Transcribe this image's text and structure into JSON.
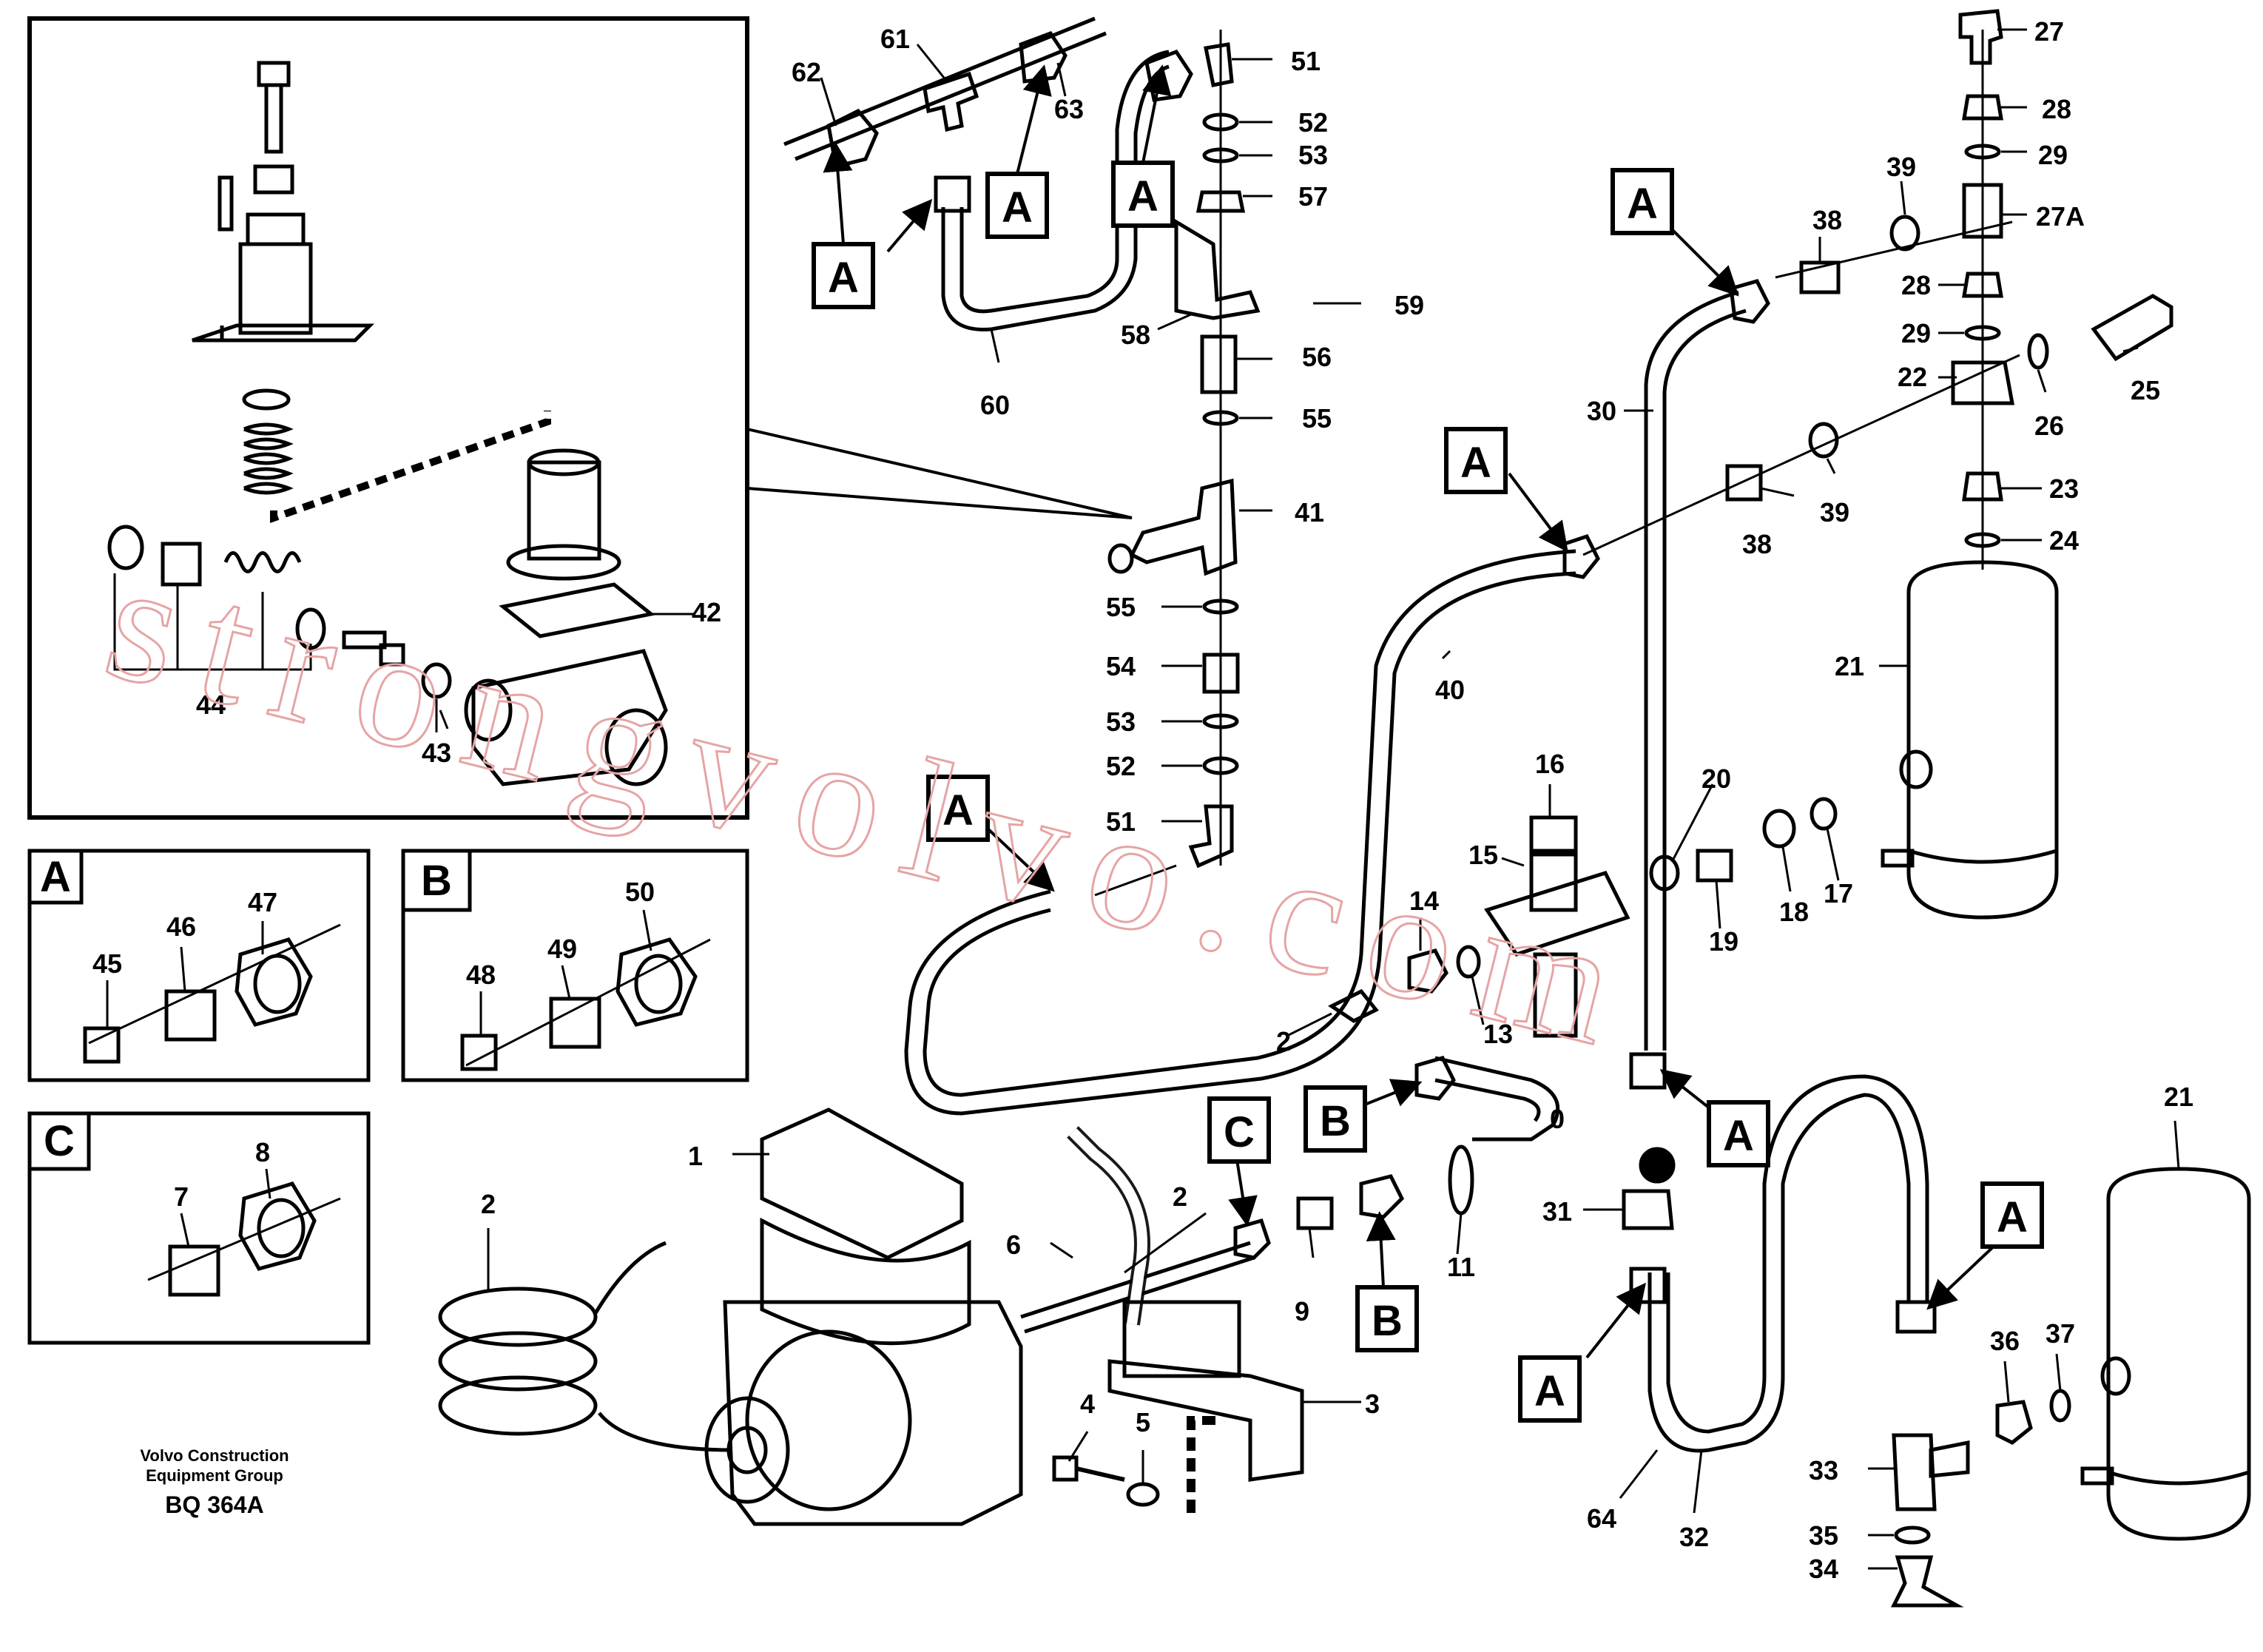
{
  "labels": {
    "n1": "1",
    "n2a": "2",
    "n2b": "2",
    "n2c": "2",
    "n3": "3",
    "n4": "4",
    "n5": "5",
    "n6": "6",
    "n7": "7",
    "n8": "8",
    "n9": "9",
    "n11": "11",
    "n13": "13",
    "n14": "14",
    "n15": "15",
    "n16": "16",
    "n17": "17",
    "n18": "18",
    "n19": "19",
    "n20": "20",
    "n21a": "21",
    "n21b": "21",
    "n22": "22",
    "n23": "23",
    "n24": "24",
    "n25": "25",
    "n26": "26",
    "n27": "27",
    "n27A": "27A",
    "n28a": "28",
    "n28b": "28",
    "n29a": "29",
    "n29b": "29",
    "n30": "30",
    "n31": "31",
    "n32": "32",
    "n33": "33",
    "n34": "34",
    "n35": "35",
    "n36": "36",
    "n37": "37",
    "n38a": "38",
    "n38b": "38",
    "n39a": "39",
    "n39b": "39",
    "n40": "40",
    "n41": "41",
    "n42": "42",
    "n43": "43",
    "n44": "44",
    "n45": "45",
    "n46": "46",
    "n47": "47",
    "n48": "48",
    "n49": "49",
    "n50": "50",
    "n51a": "51",
    "n51b": "51",
    "n52a": "52",
    "n52b": "52",
    "n53a": "53",
    "n53b": "53",
    "n54": "54",
    "n55a": "55",
    "n55b": "55",
    "n56": "56",
    "n57": "57",
    "n58": "58",
    "n59": "59",
    "n60": "60",
    "n61": "61",
    "n62": "62",
    "n63": "63",
    "n64": "64",
    "n10": "0"
  },
  "callouts": {
    "A": "A",
    "B": "B",
    "C": "C"
  },
  "panels": {
    "detail_a_title": "A",
    "detail_b_title": "B",
    "detail_c_title": "C"
  },
  "footer": {
    "company_line1": "Volvo Construction",
    "company_line2": "Equipment Group",
    "drawing_code": "BQ 364A"
  },
  "watermark": "strongvolvo.com"
}
